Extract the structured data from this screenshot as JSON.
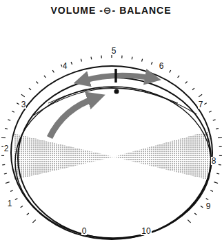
{
  "diagram": {
    "title": "VOLUME -⊖- BALANCE",
    "labels": [
      "0",
      "1",
      "2",
      "3",
      "4",
      "5",
      "6",
      "7",
      "8",
      "9",
      "10"
    ]
  }
}
